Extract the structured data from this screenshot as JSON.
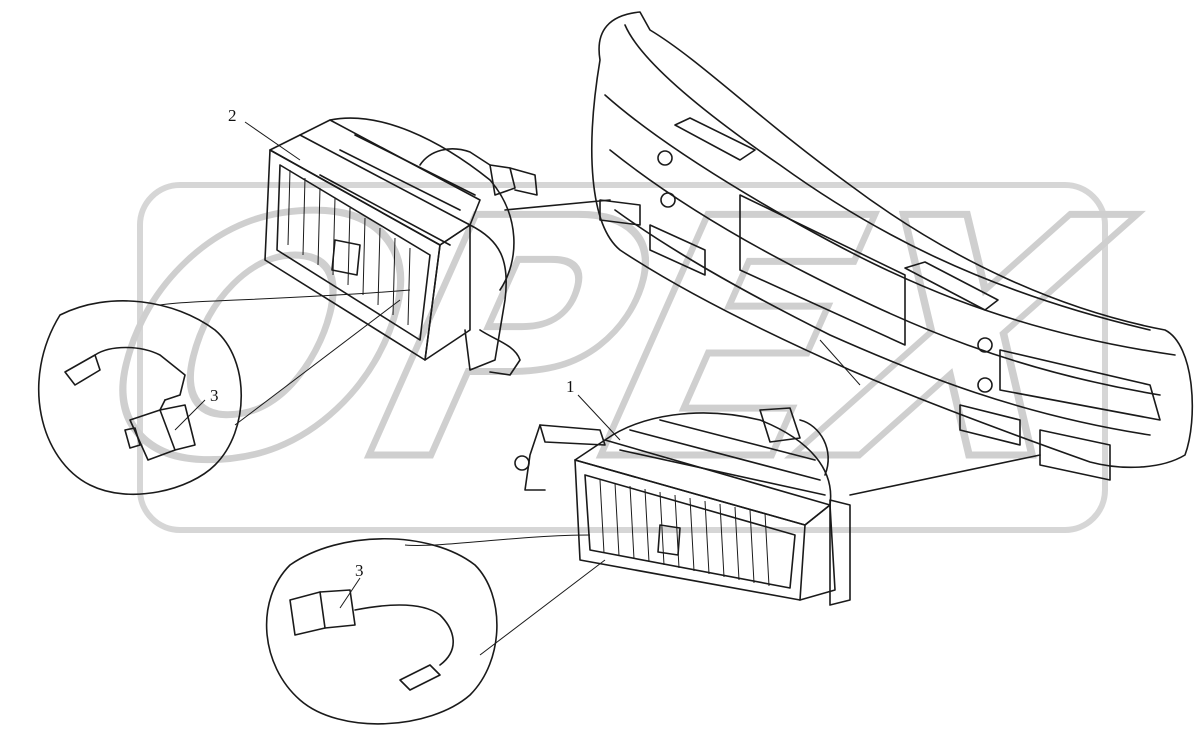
{
  "watermark": {
    "text": "OPEX"
  },
  "callouts": [
    {
      "id": "1",
      "label": "1"
    },
    {
      "id": "2",
      "label": "2"
    },
    {
      "id": "3a",
      "label": "3"
    },
    {
      "id": "3b",
      "label": "3"
    }
  ],
  "colors": {
    "line": "#1a1a1a",
    "watermark": "#cfcfcf",
    "background": "#ffffff"
  }
}
